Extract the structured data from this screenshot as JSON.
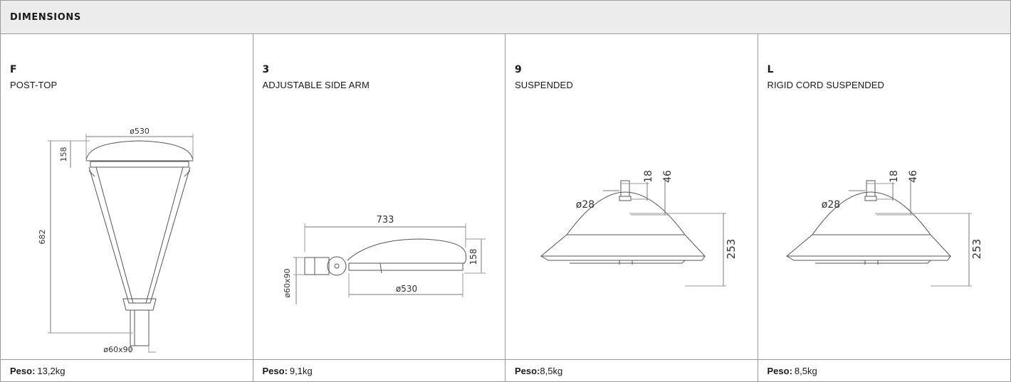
{
  "header": {
    "title": "DIMENSIONS"
  },
  "variants": [
    {
      "code": "F",
      "label": "POST-TOP",
      "dims": {
        "diameter": "ø530",
        "height_top": "158",
        "height_total": "682",
        "mount": "ø60x90"
      },
      "weight_label": "Peso:",
      "weight_value": " 13,2kg"
    },
    {
      "code": "3",
      "label": "ADJUSTABLE SIDE ARM",
      "dims": {
        "length": "733",
        "height": "158",
        "diameter": "ø530",
        "mount": "ø60x90"
      },
      "weight_label": "Peso:",
      "weight_value": " 9,1kg"
    },
    {
      "code": "9",
      "label": "SUSPENDED",
      "dims": {
        "tube": "ø28",
        "a": "18",
        "b": "46",
        "height": "253"
      },
      "weight_label": "Peso:",
      "weight_value": "8,5kg"
    },
    {
      "code": "L",
      "label": "RIGID CORD SUSPENDED",
      "dims": {
        "tube": "ø28",
        "a": "18",
        "b": "46",
        "height": "253"
      },
      "weight_label": "Peso:",
      "weight_value": " 8,5kg"
    }
  ]
}
